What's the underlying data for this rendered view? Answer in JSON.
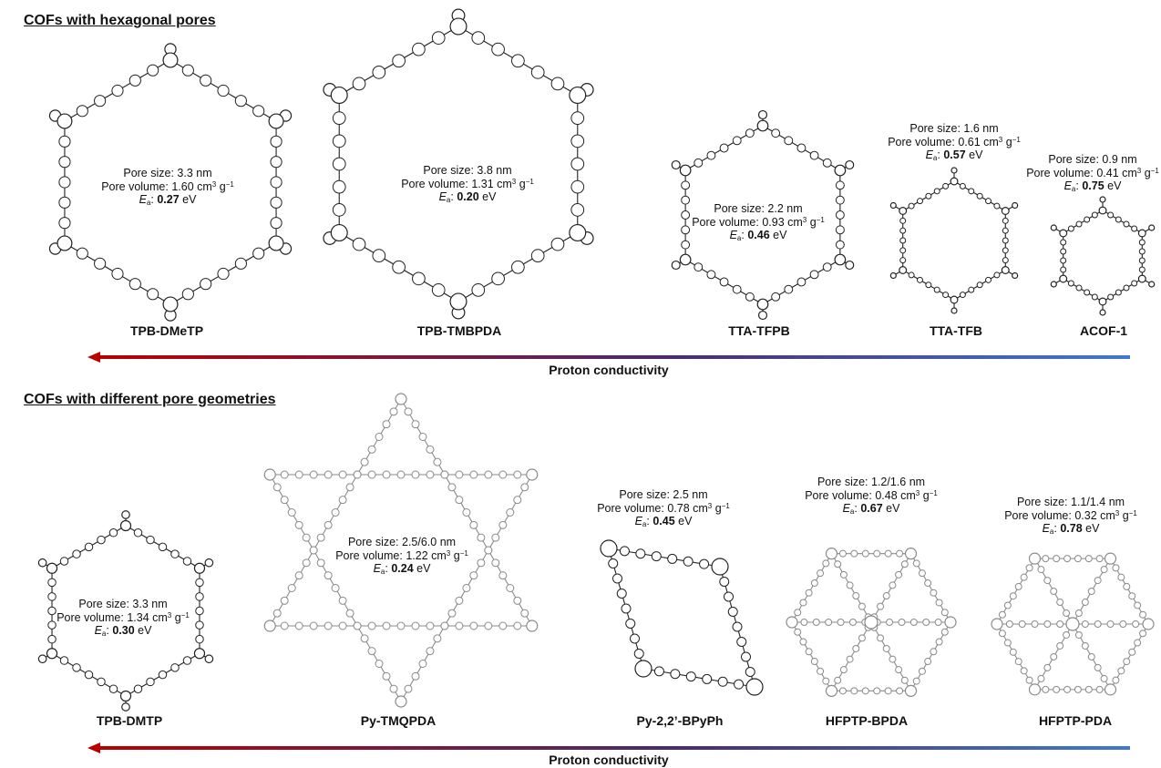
{
  "colors": {
    "arrow_start": "#b80000",
    "arrow_mid": "#4b2a6e",
    "arrow_end": "#3f79cf",
    "structure": "#222222",
    "structure_light": "#8a8a8a"
  },
  "top": {
    "title": "COFs with hexagonal pores",
    "arrow_label": "Proton conductivity",
    "cofs": [
      {
        "name": "TPB-DMeTP",
        "pore_size": "Pore size: 3.3 nm",
        "pore_volume": "1.60",
        "ea": "0.27",
        "shape": "hexagon"
      },
      {
        "name": "TPB-TMBPDA",
        "pore_size": "Pore size: 3.8 nm",
        "pore_volume": "1.31",
        "ea": "0.20",
        "shape": "hexagon"
      },
      {
        "name": "TTA-TFPB",
        "pore_size": "Pore size: 2.2 nm",
        "pore_volume": "0.93",
        "ea": "0.46",
        "shape": "hexagon"
      },
      {
        "name": "TTA-TFB",
        "pore_size": "Pore size: 1.6 nm",
        "pore_volume": "0.61",
        "ea": "0.57",
        "shape": "hexagon"
      },
      {
        "name": "ACOF-1",
        "pore_size": "Pore size: 0.9 nm",
        "pore_volume": "0.41",
        "ea": "0.75",
        "shape": "hexagon"
      }
    ]
  },
  "bottom": {
    "title": "COFs with different pore geometries",
    "arrow_label": "Proton conductivity",
    "cofs": [
      {
        "name": "TPB-DMTP",
        "pore_size": "Pore size: 3.3 nm",
        "pore_volume": "1.34",
        "ea": "0.30",
        "shape": "hexagon"
      },
      {
        "name": "Py-TMQPDA",
        "pore_size": "Pore size: 2.5/6.0 nm",
        "pore_volume": "1.22",
        "ea": "0.24",
        "shape": "kagome"
      },
      {
        "name": "Py-2,2’-BPyPh",
        "pore_size": "Pore size: 2.5 nm",
        "pore_volume": "0.78",
        "ea": "0.45",
        "shape": "rhombus"
      },
      {
        "name": "HFPTP-BPDA",
        "pore_size": "Pore size: 1.2/1.6 nm",
        "pore_volume": "0.48",
        "ea": "0.67",
        "shape": "triangles"
      },
      {
        "name": "HFPTP-PDA",
        "pore_size": "Pore size: 1.1/1.4 nm",
        "pore_volume": "0.32",
        "ea": "0.78",
        "shape": "triangles"
      }
    ]
  },
  "labels": {
    "pore_volume_prefix": "Pore volume: ",
    "pore_volume_unit": " cm",
    "unit_exp": "3",
    "unit_g": " g",
    "unit_g_exp": "−1",
    "ea_symbol": "E",
    "ea_sub": "a",
    "ea_sep": ": ",
    "ea_unit": " eV"
  }
}
